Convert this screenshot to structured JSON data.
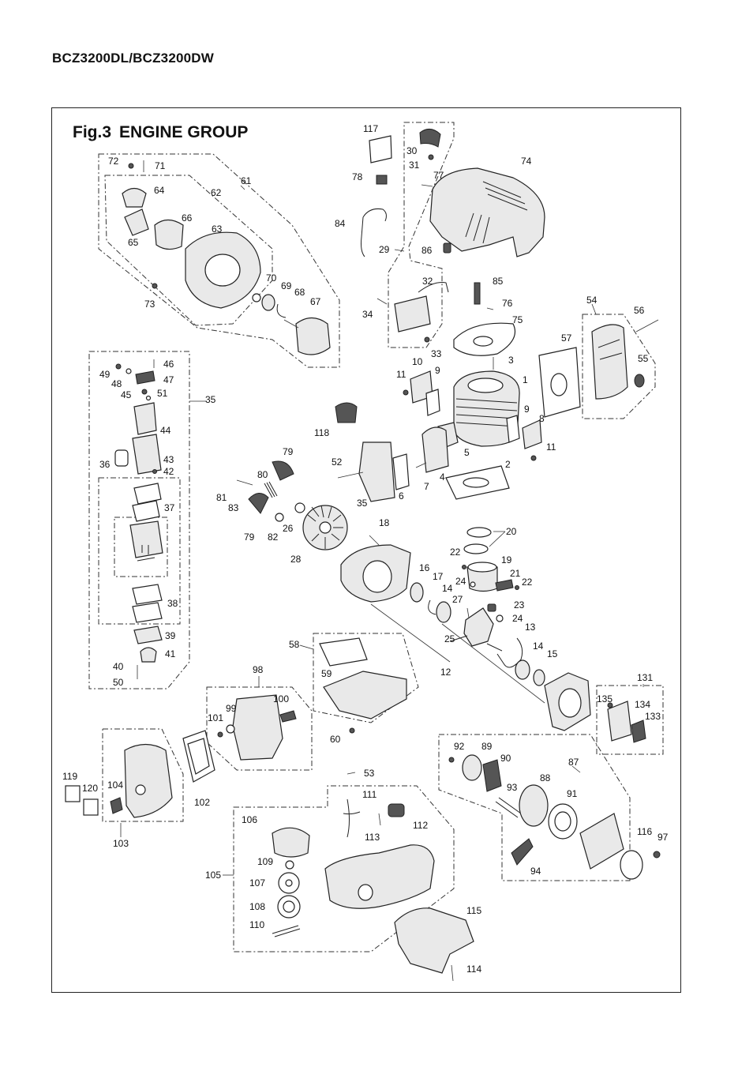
{
  "header": {
    "model": "BCZ3200DL/BCZ3200DW"
  },
  "figure": {
    "label": "Fig.3",
    "title": "ENGINE GROUP"
  },
  "callouts": {
    "p1": "1",
    "p2": "2",
    "p3": "3",
    "p4": "4",
    "p5": "5",
    "p6": "6",
    "p7": "7",
    "p8": "8",
    "p9a": "9",
    "p9b": "9",
    "p10": "10",
    "p11a": "11",
    "p11b": "11",
    "p12": "12",
    "p13": "13",
    "p14a": "14",
    "p14b": "14",
    "p15": "15",
    "p16": "16",
    "p17": "17",
    "p18": "18",
    "p19": "19",
    "p20": "20",
    "p21": "21",
    "p22a": "22",
    "p22b": "22",
    "p23": "23",
    "p24a": "24",
    "p24b": "24",
    "p25": "25",
    "p26": "26",
    "p27": "27",
    "p28": "28",
    "p29": "29",
    "p30": "30",
    "p31": "31",
    "p32": "32",
    "p33": "33",
    "p34": "34",
    "p35a": "35",
    "p35b": "35",
    "p36": "36",
    "p37": "37",
    "p38": "38",
    "p39": "39",
    "p40": "40",
    "p41": "41",
    "p42": "42",
    "p43": "43",
    "p44": "44",
    "p45": "45",
    "p46": "46",
    "p47": "47",
    "p48": "48",
    "p49": "49",
    "p50": "50",
    "p51": "51",
    "p52": "52",
    "p53": "53",
    "p54": "54",
    "p55": "55",
    "p56": "56",
    "p57": "57",
    "p58": "58",
    "p59": "59",
    "p60": "60",
    "p61": "61",
    "p62": "62",
    "p63": "63",
    "p64": "64",
    "p65": "65",
    "p66": "66",
    "p67": "67",
    "p68": "68",
    "p69": "69",
    "p70": "70",
    "p71": "71",
    "p72": "72",
    "p73": "73",
    "p74": "74",
    "p75": "75",
    "p76": "76",
    "p77": "77",
    "p78": "78",
    "p79a": "79",
    "p79b": "79",
    "p80": "80",
    "p81": "81",
    "p82": "82",
    "p83": "83",
    "p84": "84",
    "p85": "85",
    "p86": "86",
    "p87": "87",
    "p88": "88",
    "p89": "89",
    "p90": "90",
    "p91": "91",
    "p92": "92",
    "p93": "93",
    "p94": "94",
    "p97": "97",
    "p98": "98",
    "p99": "99",
    "p100": "100",
    "p101": "101",
    "p102": "102",
    "p103": "103",
    "p104": "104",
    "p105": "105",
    "p106": "106",
    "p107": "107",
    "p108": "108",
    "p109": "109",
    "p110": "110",
    "p111": "111",
    "p112": "112",
    "p113": "113",
    "p114": "114",
    "p115": "115",
    "p116": "116",
    "p117": "117",
    "p118": "118",
    "p119": "119",
    "p120": "120",
    "p131": "131",
    "p133": "133",
    "p134": "134",
    "p135": "135"
  }
}
